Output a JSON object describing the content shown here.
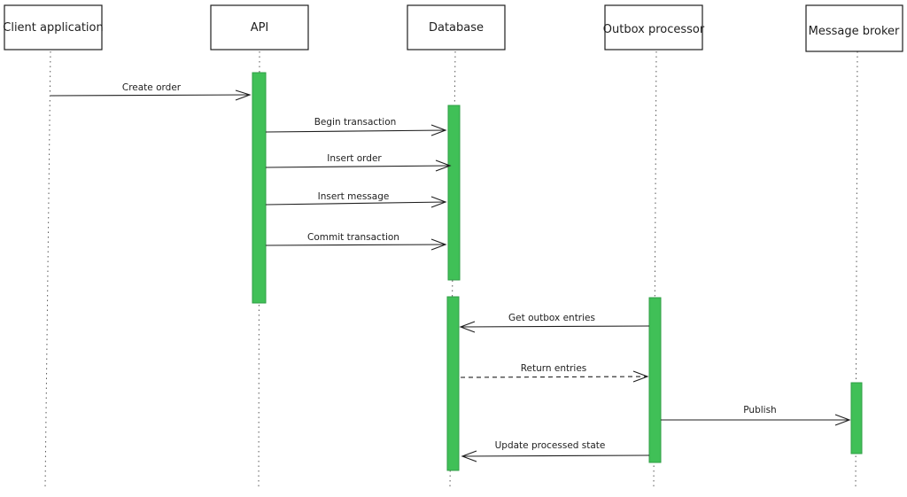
{
  "diagram": {
    "actors": [
      {
        "key": "client",
        "label": "Client application"
      },
      {
        "key": "api",
        "label": "API"
      },
      {
        "key": "database",
        "label": "Database"
      },
      {
        "key": "outbox",
        "label": "Outbox processor"
      },
      {
        "key": "broker",
        "label": "Message broker"
      }
    ],
    "messages": [
      {
        "from": "client",
        "to": "api",
        "label": "Create order",
        "style": "solid"
      },
      {
        "from": "api",
        "to": "database",
        "label": "Begin transaction",
        "style": "solid"
      },
      {
        "from": "api",
        "to": "database",
        "label": "Insert order",
        "style": "solid"
      },
      {
        "from": "api",
        "to": "database",
        "label": "Insert message",
        "style": "solid"
      },
      {
        "from": "api",
        "to": "database",
        "label": "Commit transaction",
        "style": "solid"
      },
      {
        "from": "outbox",
        "to": "database",
        "label": "Get outbox entries",
        "style": "solid"
      },
      {
        "from": "database",
        "to": "outbox",
        "label": "Return entries",
        "style": "dashed"
      },
      {
        "from": "outbox",
        "to": "broker",
        "label": "Publish",
        "style": "solid"
      },
      {
        "from": "outbox",
        "to": "database",
        "label": "Update processed state",
        "style": "solid"
      }
    ],
    "colors": {
      "activation": "#40c057",
      "line": "#1e1e1e"
    }
  }
}
